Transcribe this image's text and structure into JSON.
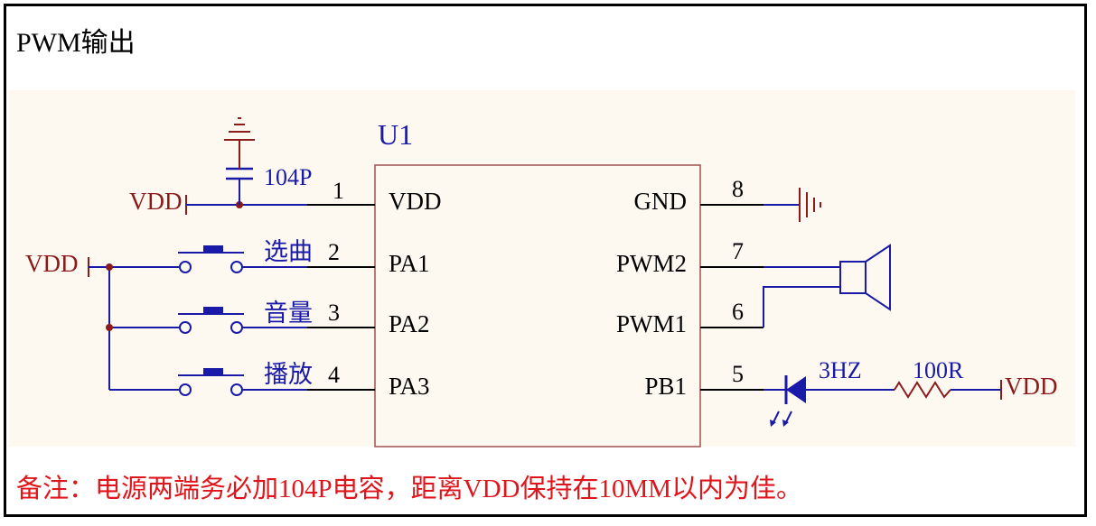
{
  "title": "PWM输出",
  "note": "备注：电源两端务必加104P电容，距离VDD保持在10MM以内为佳。",
  "chip": {
    "ref": "U1",
    "left_pins": [
      {
        "name": "VDD",
        "number": "1"
      },
      {
        "name": "PA1",
        "number": "2"
      },
      {
        "name": "PA2",
        "number": "3"
      },
      {
        "name": "PA3",
        "number": "4"
      }
    ],
    "right_pins": [
      {
        "name": "GND",
        "number": "8"
      },
      {
        "name": "PWM2",
        "number": "7"
      },
      {
        "name": "PWM1",
        "number": "6"
      },
      {
        "name": "PB1",
        "number": "5"
      }
    ]
  },
  "capacitor_label": "104P",
  "vdd_label": "VDD",
  "buttons": [
    "选曲",
    "音量",
    "播放"
  ],
  "led_label": "3HZ",
  "resistor_label": "100R",
  "colors": {
    "wire": "#1a1aa8",
    "net": "#8b1a1a",
    "chip_border": "#a05050",
    "label_blue": "#1a1aa8",
    "note": "#e0151b"
  }
}
